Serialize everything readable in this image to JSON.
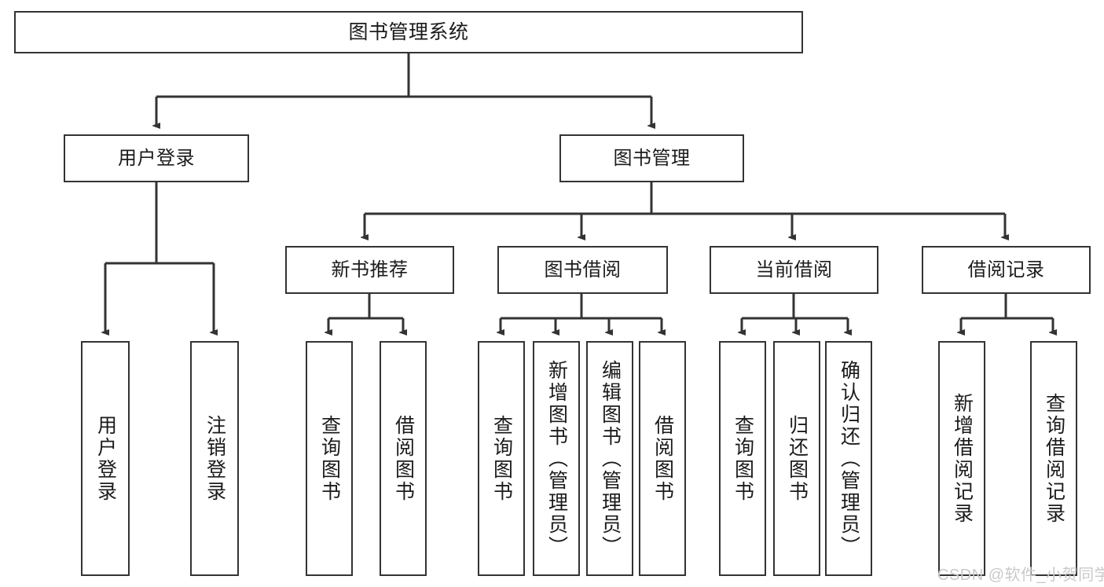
{
  "diagram": {
    "title": "图书管理系统",
    "type": "hierarchy-tree",
    "watermark": "CSDN @软件_小贺同学",
    "colors": {
      "box_border": "#333333",
      "box_fill": "#ffffff",
      "connector": "#333333",
      "text": "#1b1b1b",
      "watermark": "#c9c9c9"
    },
    "nodes": {
      "root": {
        "label": "图书管理系统"
      },
      "level2": [
        {
          "label": "用户登录"
        },
        {
          "label": "图书管理"
        }
      ],
      "level3": [
        {
          "label": "新书推荐"
        },
        {
          "label": "图书借阅"
        },
        {
          "label": "当前借阅"
        },
        {
          "label": "借阅记录"
        }
      ],
      "leaves": {
        "user_login": [
          {
            "label": "用户登录"
          },
          {
            "label": "注销登录"
          }
        ],
        "new_book": [
          {
            "label": "查询图书"
          },
          {
            "label": "借阅图书"
          }
        ],
        "book_borrow": [
          {
            "label": "查询图书"
          },
          {
            "label": "新增图书（管理员）"
          },
          {
            "label": "编辑图书（管理员）"
          },
          {
            "label": "借阅图书"
          }
        ],
        "current_borrow": [
          {
            "label": "查询图书"
          },
          {
            "label": "归还图书"
          },
          {
            "label": "确认归还（管理员）"
          }
        ],
        "borrow_record": [
          {
            "label": "新增借阅记录"
          },
          {
            "label": "查询借阅记录"
          }
        ]
      }
    }
  }
}
